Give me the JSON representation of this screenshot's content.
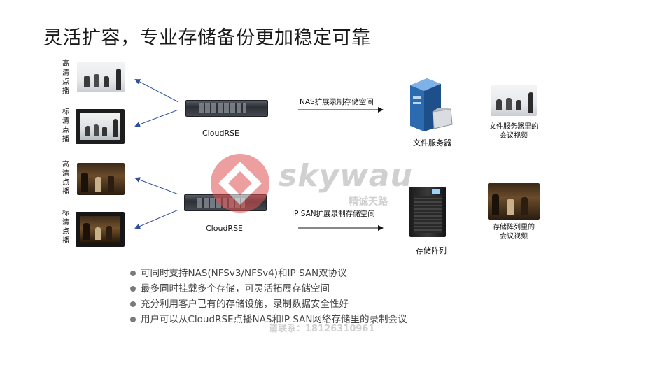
{
  "title": "灵活扩容，专业存储备份更加稳定可靠",
  "clients": [
    {
      "label": "高清点播"
    },
    {
      "label": "标清点播"
    },
    {
      "label": "高清点播"
    },
    {
      "label": "标清点播"
    }
  ],
  "servers": [
    {
      "label": "CloudRSE"
    },
    {
      "label": "CloudRSE"
    }
  ],
  "links": {
    "nas": "NAS扩展录制存储空间",
    "san": "IP SAN扩展录制存储空间"
  },
  "storage": {
    "file_server": "文件服务器",
    "array": "存储阵列"
  },
  "videos": {
    "file_server_video": [
      "文件服务器里的",
      "会议视频"
    ],
    "array_video": [
      "存储阵列里的",
      "会议视频"
    ]
  },
  "bullets": [
    "可同时支持NAS(NFSv3/NFSv4)和IP  SAN双协议",
    "最多同时挂载多个存储，可灵活拓展存储空间",
    "充分利用客户已有的存储设施，录制数据安全性好",
    "用户可以从CloudRSE点播NAS和IP  SAN网络存储里的录制会议"
  ],
  "watermark": {
    "brand": "skywau",
    "brand_cn": "精诚天路",
    "contact": "请联系：18126310961"
  },
  "colors": {
    "arrow_blue": "#2f4f9e",
    "watermark_red": "#e05050"
  }
}
